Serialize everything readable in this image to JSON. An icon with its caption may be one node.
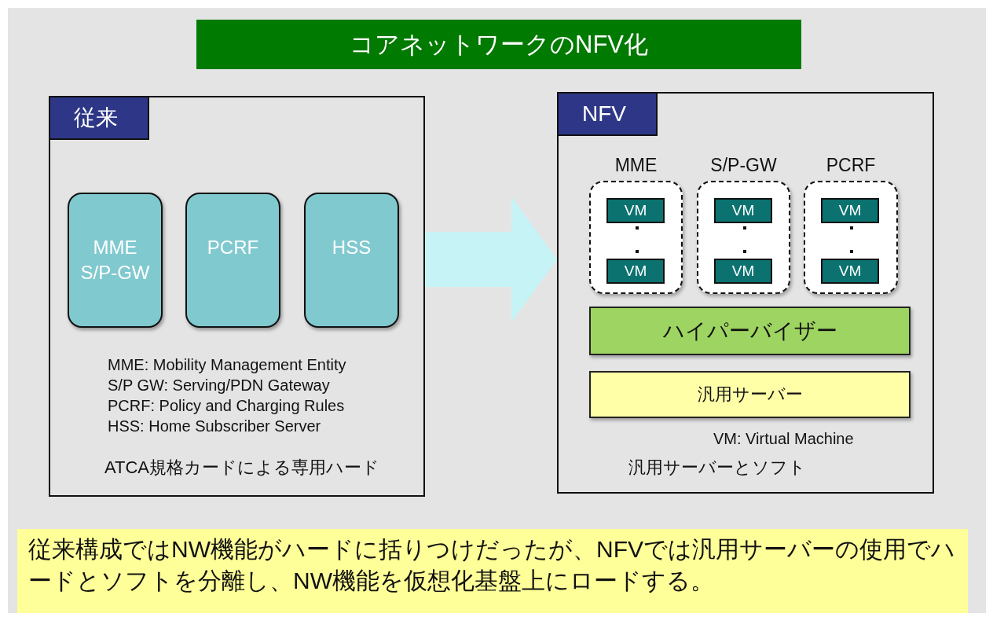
{
  "diagram": {
    "title": "コアネットワークのNFV化",
    "caption": "従来構成ではNW機能がハードに括りつけだったが、NFVでは汎用サーバーの使用でハードとソフトを分離し、NW機能を仮想化基盤上にロードする。",
    "nodes": [
      {
        "text": [
          "従来"
        ]
      },
      {
        "text": [
          "MME S/P-GW"
        ],
        "in": 0
      },
      {
        "text": [
          "PCRF"
        ],
        "in": 0
      },
      {
        "text": [
          "HSS"
        ],
        "in": 0
      },
      {
        "text": [
          "NFV"
        ]
      },
      {
        "text": [
          "MME"
        ],
        "in": 4
      },
      {
        "text": [
          "VM"
        ],
        "in": 5
      },
      {
        "text": [
          "VM"
        ],
        "in": 5
      },
      {
        "text": [
          "S/P-GW"
        ],
        "in": 4
      },
      {
        "text": [
          "VM"
        ],
        "in": 8
      },
      {
        "text": [
          "VM"
        ],
        "in": 8
      },
      {
        "text": [
          "PCRF"
        ],
        "in": 4
      },
      {
        "text": [
          "VM"
        ],
        "in": 11
      },
      {
        "text": [
          "VM"
        ],
        "in": 11
      },
      {
        "text": [
          "ハイパーバイザー"
        ],
        "in": 4
      },
      {
        "text": [
          "汎用サーバー"
        ],
        "in": 4
      }
    ],
    "edges": [
      {
        "from": 0,
        "to": 4,
        "arrow": "to"
      }
    ],
    "labels": [
      "MME: Mobility Management Entity",
      "S/P GW: Serving/PDN Gateway",
      "PCRF: Policy and Charging Rules",
      "HSS: Home Subscriber Server",
      "ATCA規格カードによる専用ハード",
      "VM: Virtual Machine",
      "汎用サーバーとソフト"
    ]
  }
}
